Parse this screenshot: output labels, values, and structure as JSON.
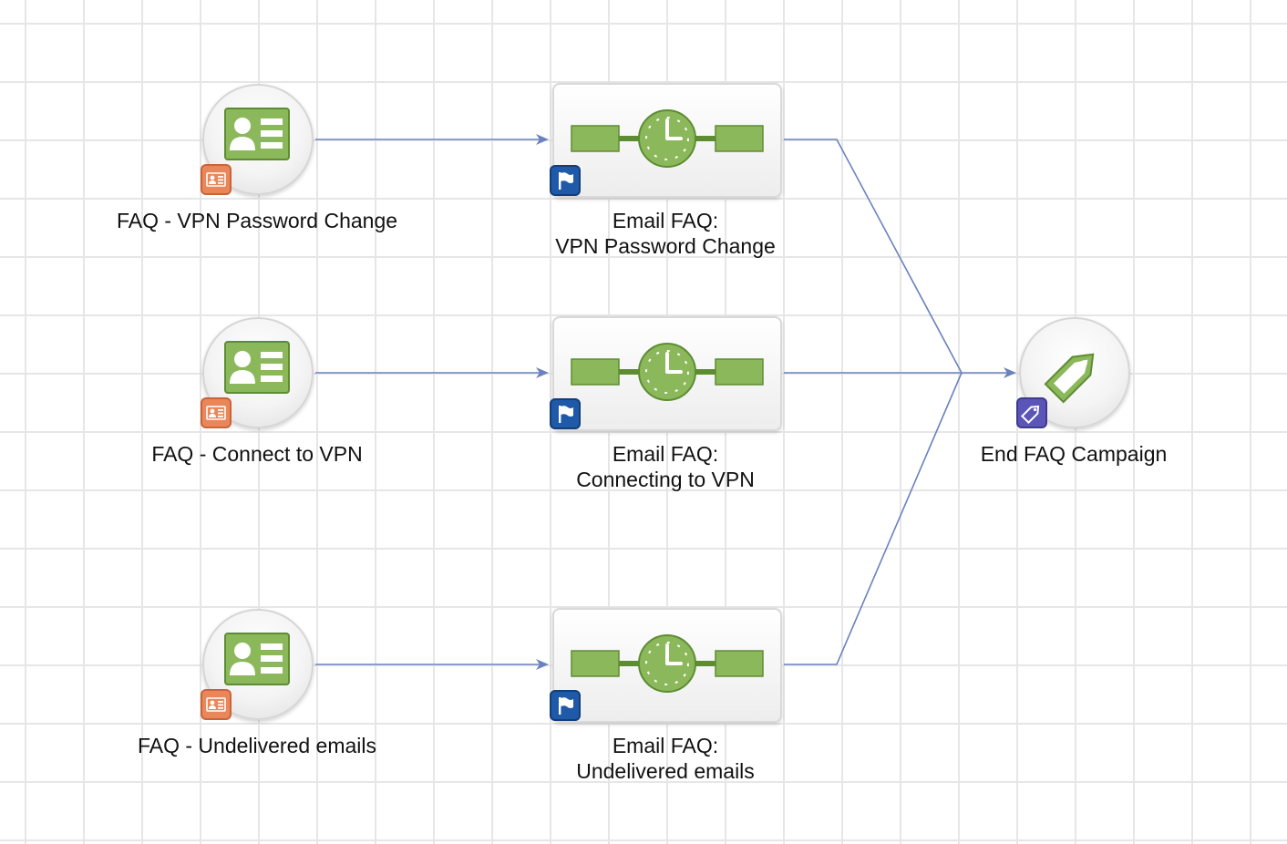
{
  "nodes": {
    "contact_1": {
      "label": "FAQ - VPN Password Change",
      "icon": "contact-card-icon",
      "badge_icon": "contact-card-icon"
    },
    "contact_2": {
      "label": "FAQ - Connect to VPN",
      "icon": "contact-card-icon",
      "badge_icon": "contact-card-icon"
    },
    "contact_3": {
      "label": "FAQ - Undelivered emails",
      "icon": "contact-card-icon",
      "badge_icon": "contact-card-icon"
    },
    "email_1": {
      "label_line1": "Email FAQ:",
      "label_line2": "VPN Password Change",
      "icon": "timed-email-icon",
      "badge_icon": "flag-icon"
    },
    "email_2": {
      "label_line1": "Email FAQ:",
      "label_line2": "Connecting to VPN",
      "icon": "timed-email-icon",
      "badge_icon": "flag-icon"
    },
    "email_3": {
      "label_line1": "Email FAQ:",
      "label_line2": "Undelivered emails",
      "icon": "timed-email-icon",
      "badge_icon": "flag-icon"
    },
    "end": {
      "label": "End FAQ Campaign",
      "icon": "tag-icon",
      "badge_icon": "tag-icon"
    }
  },
  "colors": {
    "connector": "#6a82be",
    "icon_green": "#8bb85a",
    "icon_green_dark": "#5e8c33",
    "contact_badge": "#e9875a",
    "flag_badge": "#1f5aa8",
    "tag_badge": "#5b55b8",
    "grid": "#e6e6e6"
  }
}
